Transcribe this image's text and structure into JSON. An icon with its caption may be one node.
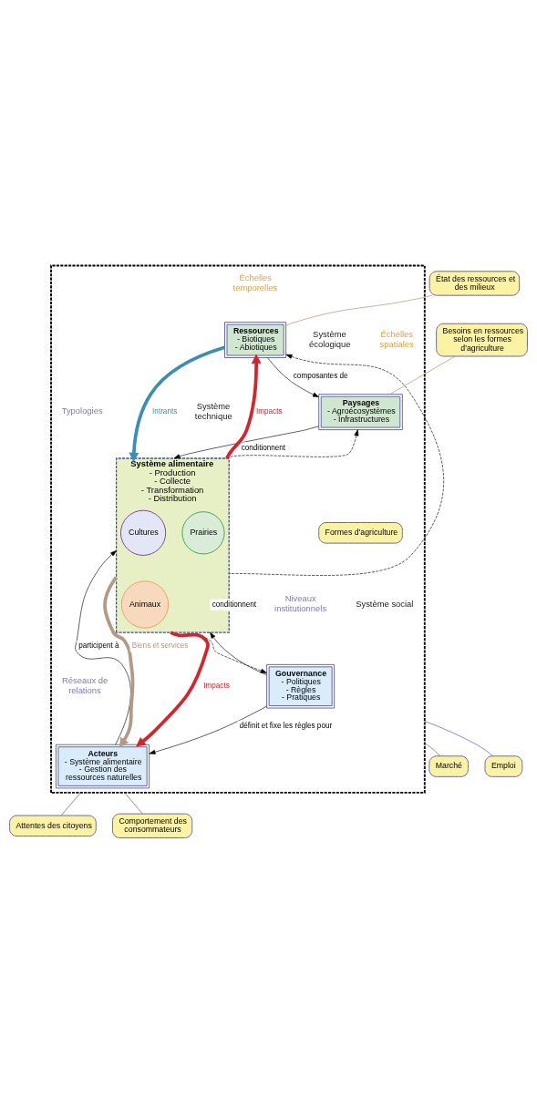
{
  "diagram": {
    "nodes": [
      {
        "text": [],
        "shape": "box"
      },
      {
        "text": [
          "Paysages",
          "- Agroécosystèmes",
          "- Infrastructures"
        ],
        "in": 0
      },
      {
        "text": [
          "Ressources",
          "- Biotiques",
          "- Abiotiques"
        ],
        "in": 0
      },
      {
        "text": [
          "Système alimentaire",
          "- Production",
          "- Collecte",
          "- Transformation",
          "- Distribution"
        ],
        "in": 0
      },
      {
        "text": [
          "Cultures"
        ],
        "in": 3
      },
      {
        "text": [
          "Prairies"
        ],
        "in": 3
      },
      {
        "text": [
          "Animaux"
        ],
        "in": 3
      },
      {
        "text": [
          "Formes d'agriculture"
        ],
        "in": 0
      },
      {
        "text": [
          "Gouvernance",
          "- Politiques",
          "- Règles",
          "- Pratiques"
        ],
        "in": 0
      },
      {
        "text": [
          "Acteurs",
          "- Système alimentaire",
          "- Gestion des ressources naturelles"
        ],
        "in": 0
      },
      {
        "text": [
          "Besoins en ressources selon les formes d'agriculture"
        ]
      },
      {
        "text": [
          "État des ressources et des milieux"
        ]
      },
      {
        "text": [
          "Marché"
        ]
      },
      {
        "text": [
          "Attentes des citoyens"
        ]
      },
      {
        "text": [
          "Emploi"
        ]
      },
      {
        "text": [
          "Comportement des consommateurs"
        ]
      }
    ],
    "edges": [
      {
        "from": 2,
        "to": 1,
        "arrow": "to",
        "label": "composantes de"
      },
      {
        "from": 1,
        "to": 3,
        "arrow": "to",
        "label": "conditionnent"
      },
      {
        "from": 3,
        "to": 1,
        "arrow": "to",
        "style": "dashed"
      },
      {
        "from": 2,
        "to": 3,
        "arrow": "to",
        "label": "Intrants",
        "style": "thick",
        "color": "#3a8fb7"
      },
      {
        "from": 3,
        "to": 2,
        "arrow": "to",
        "label": "Impacts",
        "style": "thick",
        "color": "#d9232a"
      },
      {
        "from": 3,
        "to": 2,
        "arrow": "to",
        "style": "dashed"
      },
      {
        "from": 8,
        "to": 3,
        "arrow": "to",
        "label": "conditionnent"
      },
      {
        "from": 3,
        "to": 8,
        "arrow": "to",
        "style": "dashed"
      },
      {
        "from": 8,
        "to": 9,
        "arrow": "to",
        "label": "définit et fixe les règles pour"
      },
      {
        "from": 9,
        "to": 3,
        "arrow": "to",
        "label": "participent à"
      },
      {
        "from": 3,
        "to": 9,
        "arrow": "to",
        "label": "Biens et services",
        "style": "thick",
        "color": "#b39a86"
      },
      {
        "from": 3,
        "to": 9,
        "arrow": "to",
        "label": "Impacts",
        "style": "thick",
        "color": "#d9232a"
      },
      {
        "from": 10,
        "to": 1,
        "arrow": "none",
        "color": "#b5835a"
      },
      {
        "from": 11,
        "to": 2,
        "arrow": "none",
        "color": "#b5835a"
      },
      {
        "from": 12,
        "to": 0,
        "arrow": "none",
        "color": "#3b4fa8"
      },
      {
        "from": 13,
        "to": 0,
        "arrow": "none",
        "color": "#3b4fa8"
      },
      {
        "from": 14,
        "to": 0,
        "arrow": "none",
        "color": "#3b4fa8"
      },
      {
        "from": 15,
        "to": 0,
        "arrow": "none",
        "color": "#3b4fa8"
      }
    ],
    "labels": [
      "Système écologique",
      "Système technique",
      "Système social",
      "Échelles spatiales",
      "Échelles temporelles",
      "Typologies",
      "Niveaux institutionnels",
      "Réseaux de relations"
    ]
  }
}
